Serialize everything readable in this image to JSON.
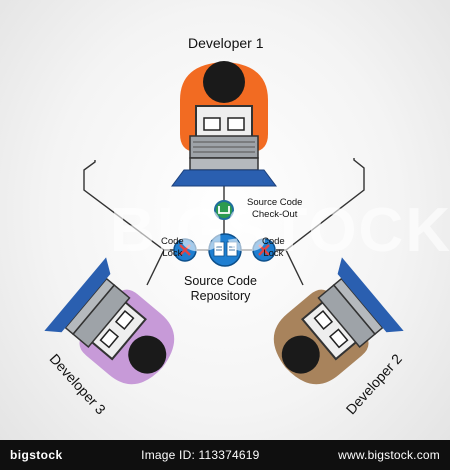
{
  "diagram": {
    "developer1": "Developer  1",
    "developer2": "Developer 2",
    "developer3": "Developer 3",
    "checkout": [
      "Source Code",
      "Check-Out"
    ],
    "lock_left": [
      "Code",
      "Lock"
    ],
    "lock_right": [
      "Code",
      "Lock"
    ],
    "repository": [
      "Source Code",
      "Repository"
    ]
  },
  "watermark": "BIGSTOCK",
  "footer": {
    "brand": "bigstock",
    "image_id": "Image ID: 113374619",
    "site": "www.bigstock.com"
  },
  "colors": {
    "dev1": "#f26b22",
    "dev2": "#a8835c",
    "dev3": "#c79ad8",
    "laptop": "#9ea3a8",
    "screen": "#2a5fb0",
    "repo": "#1f7fd1",
    "lock_x": "#e24545",
    "checkout": "#2c9b50"
  }
}
